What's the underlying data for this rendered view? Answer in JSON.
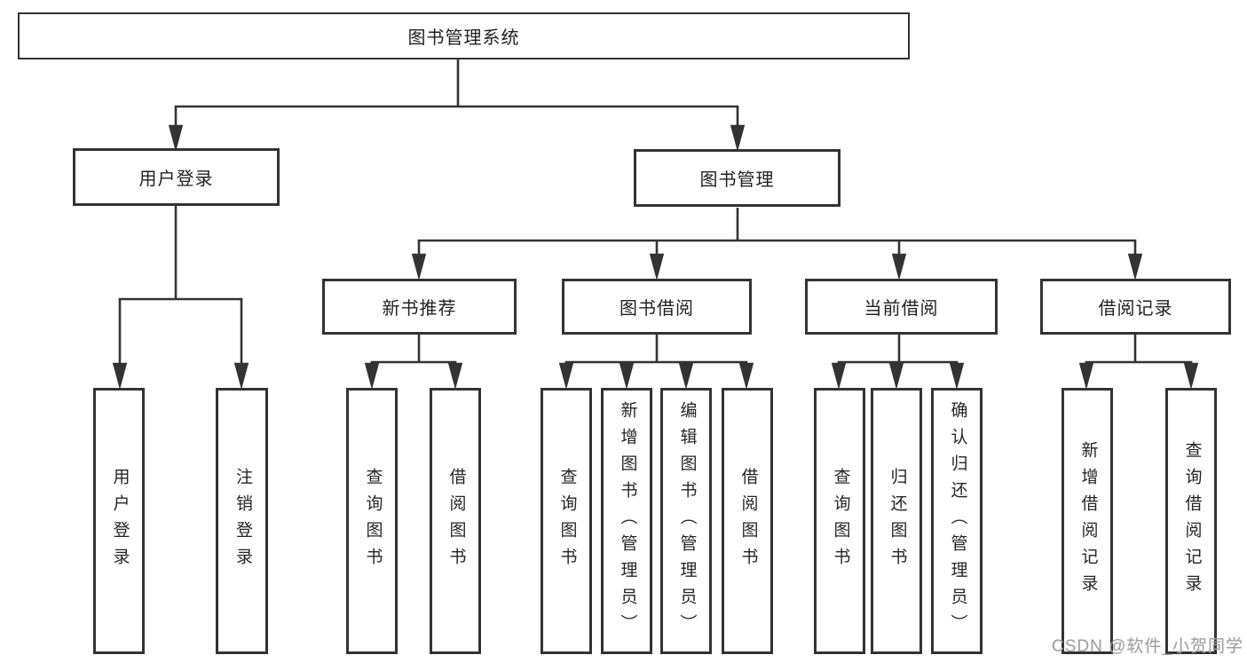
{
  "tree": {
    "label": "图书管理系统",
    "children": [
      {
        "label": "用户登录",
        "children": [
          {
            "label": "用户登录"
          },
          {
            "label": "注销登录"
          }
        ]
      },
      {
        "label": "图书管理",
        "children": [
          {
            "label": "新书推荐",
            "children": [
              {
                "label": "查询图书"
              },
              {
                "label": "借阅图书"
              }
            ]
          },
          {
            "label": "图书借阅",
            "children": [
              {
                "label": "查询图书"
              },
              {
                "label": "新增图书（管理员）"
              },
              {
                "label": "编辑图书（管理员）"
              },
              {
                "label": "借阅图书"
              }
            ]
          },
          {
            "label": "当前借阅",
            "children": [
              {
                "label": "查询图书"
              },
              {
                "label": "归还图书"
              },
              {
                "label": "确认归还（管理员）"
              }
            ]
          },
          {
            "label": "借阅记录",
            "children": [
              {
                "label": "新增借阅记录"
              },
              {
                "label": "查询借阅记录"
              }
            ]
          }
        ]
      }
    ]
  },
  "watermark": {
    "text": "CSDN @软件_小贺同学"
  },
  "colors": {
    "line": "#333333",
    "text": "#222222",
    "watermark": "#a1a1a1",
    "background": "#ffffff"
  }
}
